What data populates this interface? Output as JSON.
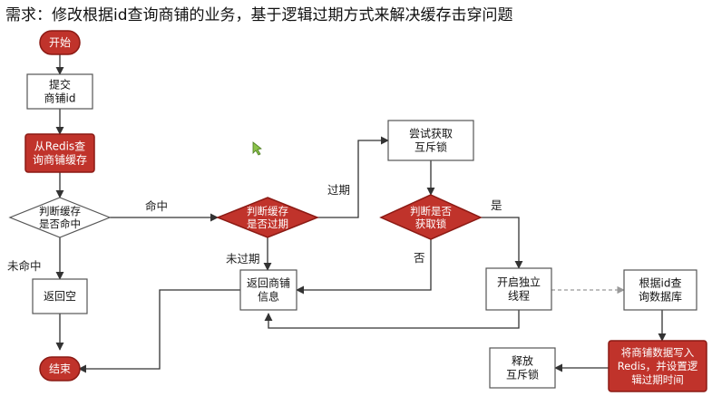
{
  "title": "需求：修改根据id查询商铺的业务，基于逻辑过期方式来解决缓存击穿问题",
  "nodes": {
    "start": {
      "lines": [
        "开始"
      ]
    },
    "submit": {
      "lines": [
        "提交",
        "商铺id"
      ]
    },
    "query_redis": {
      "lines": [
        "从Redis查",
        "询商铺缓存"
      ]
    },
    "hit_check": {
      "lines": [
        "判断缓存",
        "是否命中"
      ]
    },
    "return_empty": {
      "lines": [
        "返回空"
      ]
    },
    "end": {
      "lines": [
        "结束"
      ]
    },
    "expire_check": {
      "lines": [
        "判断缓存",
        "是否过期"
      ]
    },
    "return_info": {
      "lines": [
        "返回商铺",
        "信息"
      ]
    },
    "try_lock": {
      "lines": [
        "尝试获取",
        "互斥锁"
      ]
    },
    "lock_check": {
      "lines": [
        "判断是否",
        "获取锁"
      ]
    },
    "new_thread": {
      "lines": [
        "开启独立",
        "线程"
      ]
    },
    "query_db": {
      "lines": [
        "根据id查",
        "询数据库"
      ]
    },
    "write_redis": {
      "lines": [
        "将商铺数据写入",
        "Redis，并设置逻",
        "辑过期时间"
      ]
    },
    "release_lock": {
      "lines": [
        "释放",
        "互斥锁"
      ]
    }
  },
  "edge_labels": {
    "hit": "命中",
    "miss": "未命中",
    "expired": "过期",
    "not_expired": "未过期",
    "yes": "是",
    "no": "否"
  },
  "colors": {
    "red_fill": "#c0332b",
    "red_stroke": "#8b1a14",
    "box_stroke": "#555555",
    "arrow": "#333333",
    "cursor": "#8bc34a"
  }
}
